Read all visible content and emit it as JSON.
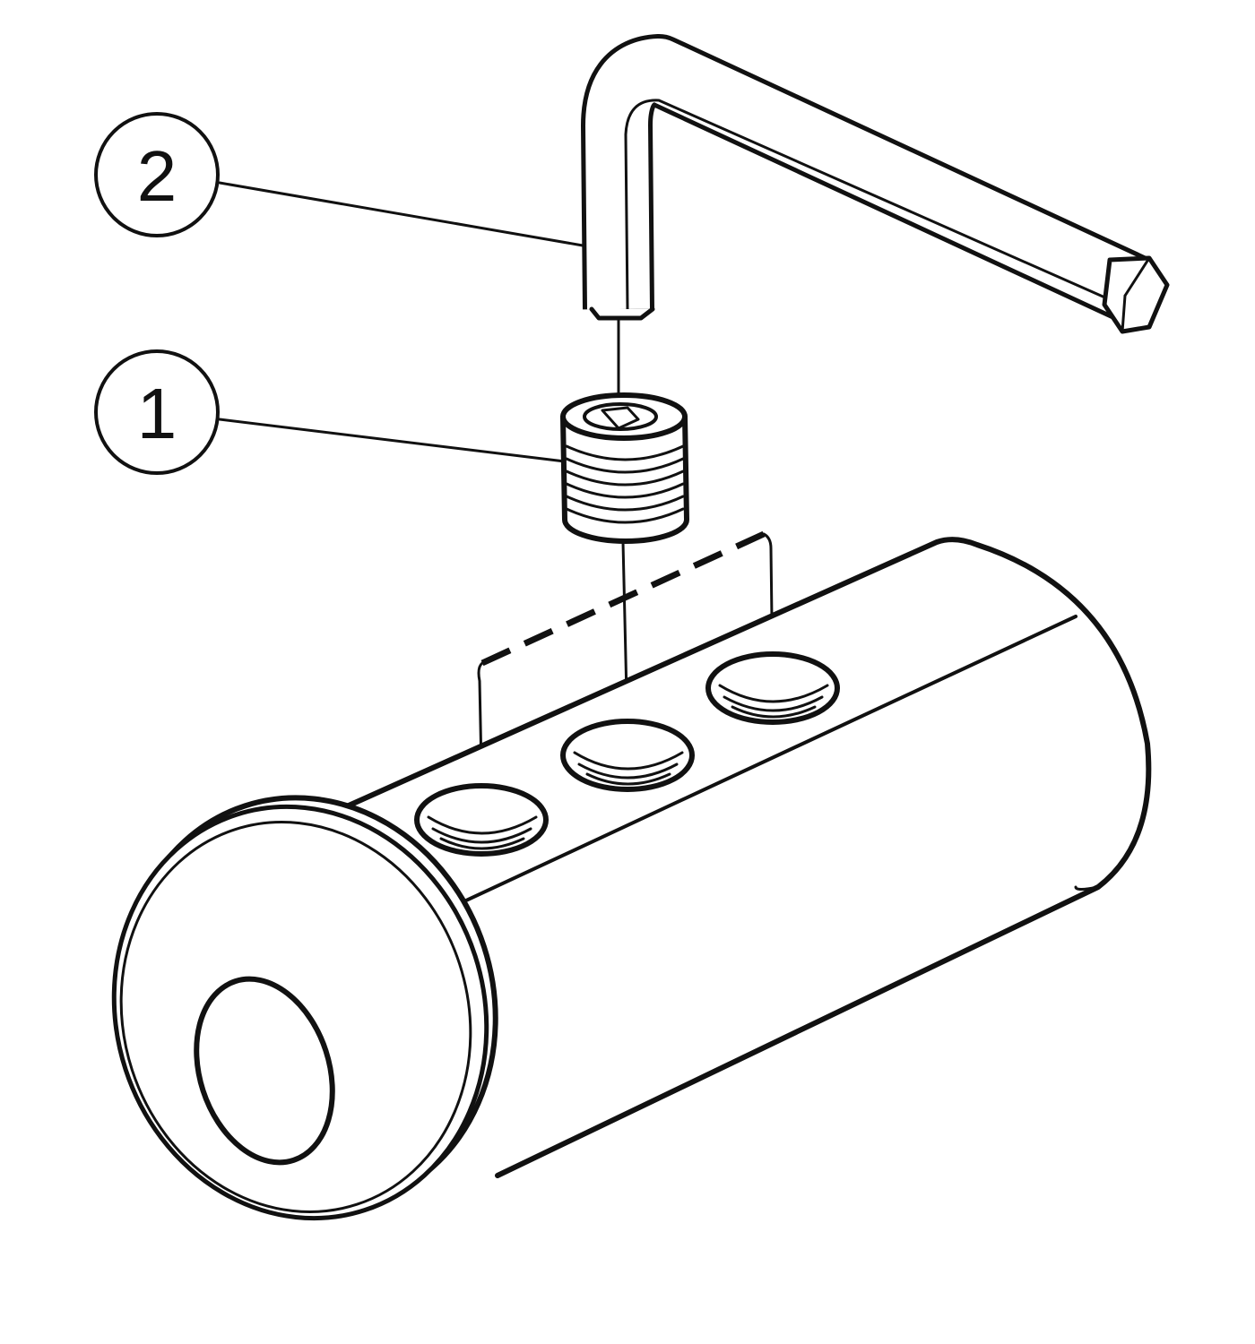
{
  "diagram": {
    "callouts": [
      {
        "label": "2",
        "part": "hex-key"
      },
      {
        "label": "1",
        "part": "set-screw"
      }
    ],
    "colors": {
      "line": "#111111",
      "background": "#ffffff"
    }
  }
}
